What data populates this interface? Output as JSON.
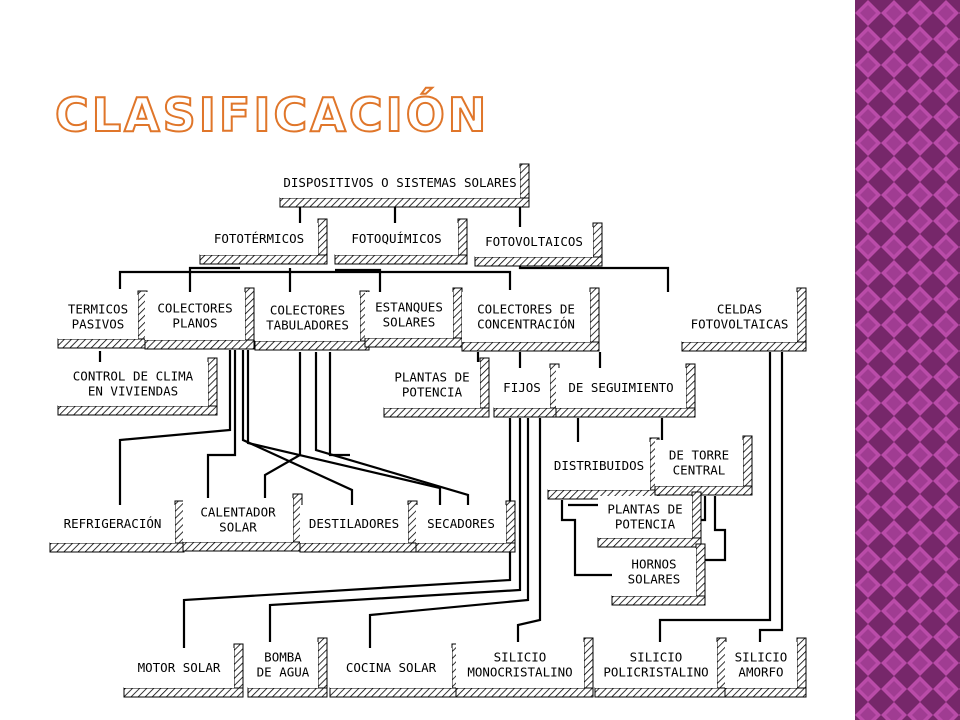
{
  "title": "CLASIFICACIÓN",
  "colors": {
    "title_fill": "#ffffff",
    "title_stroke": "#e0762a",
    "side_dark": "#4a0c3e",
    "side_light": "#c452b2"
  },
  "nodes": {
    "root": [
      "DISPOSITIVOS O SISTEMAS SOLARES"
    ],
    "fototermicos": [
      "FOTOTÉRMICOS"
    ],
    "fotoquimicos": [
      "FOTOQUÍMICOS"
    ],
    "fotovoltaicos": [
      "FOTOVOLTAICOS"
    ],
    "termicos_pasivos": [
      "TERMICOS",
      "PASIVOS"
    ],
    "colectores_planos": [
      "COLECTORES",
      "PLANOS"
    ],
    "colectores_tabuladores": [
      "COLECTORES",
      "TABULADORES"
    ],
    "estanques_solares": [
      "ESTANQUES",
      "SOLARES"
    ],
    "colectores_concentracion": [
      "COLECTORES DE",
      "CONCENTRACIÓN"
    ],
    "celdas_fotovoltaicas": [
      "CELDAS",
      "FOTOVOLTAICAS"
    ],
    "control_clima": [
      "CONTROL DE CLIMA",
      "EN VIVIENDAS"
    ],
    "plantas_potencia_1": [
      "PLANTAS DE",
      "POTENCIA"
    ],
    "fijos": [
      "FIJOS"
    ],
    "de_seguimiento": [
      "DE SEGUIMIENTO"
    ],
    "distribuidos": [
      "DISTRIBUIDOS"
    ],
    "de_torre_central": [
      "DE TORRE",
      "CENTRAL"
    ],
    "plantas_potencia_2": [
      "PLANTAS DE",
      "POTENCIA"
    ],
    "hornos_solares": [
      "HORNOS",
      "SOLARES"
    ],
    "refrigeracion": [
      "REFRIGERACIÓN"
    ],
    "calentador_solar": [
      "CALENTADOR",
      "SOLAR"
    ],
    "destiladores": [
      "DESTILADORES"
    ],
    "secadores": [
      "SECADORES"
    ],
    "motor_solar": [
      "MOTOR SOLAR"
    ],
    "bomba_agua": [
      "BOMBA",
      "DE AGUA"
    ],
    "cocina_solar": [
      "COCINA SOLAR"
    ],
    "silicio_mono": [
      "SILICIO",
      "MONOCRISTALINO"
    ],
    "silicio_poli": [
      "SILICIO",
      "POLICRISTALINO"
    ],
    "silicio_amorfo": [
      "SILICIO",
      "AMORFO"
    ]
  }
}
